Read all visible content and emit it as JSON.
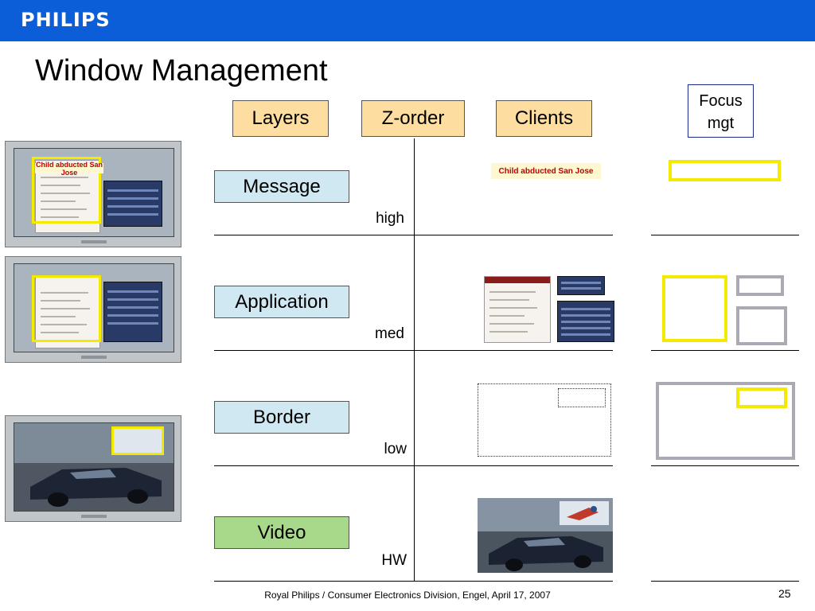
{
  "header": {
    "brand": "PHILIPS"
  },
  "slide": {
    "title": "Window Management",
    "page_number": "25"
  },
  "columns": {
    "layers": "Layers",
    "zorder": "Z-order",
    "clients": "Clients"
  },
  "focus": {
    "line1": "Focus",
    "line2": "mgt"
  },
  "rows": [
    {
      "layer": "Message",
      "priority": "high"
    },
    {
      "layer": "Application",
      "priority": "med"
    },
    {
      "layer": "Border",
      "priority": "low"
    },
    {
      "layer": "Video",
      "priority": "HW"
    }
  ],
  "message": {
    "ticker_text": "Child abducted San Jose"
  },
  "footer": {
    "text": "Royal Philips / Consumer Electronics Division, Engel, April 17, 2007"
  },
  "colors": {
    "brand_blue": "#0b5ed7",
    "header_box": "#fddda0",
    "layer_blue": "#cfe8f1",
    "layer_green": "#a8d88a",
    "focus_yellow": "#f4ea00",
    "focus_gray": "#a9aab4",
    "ticker_red": "#c00000"
  }
}
